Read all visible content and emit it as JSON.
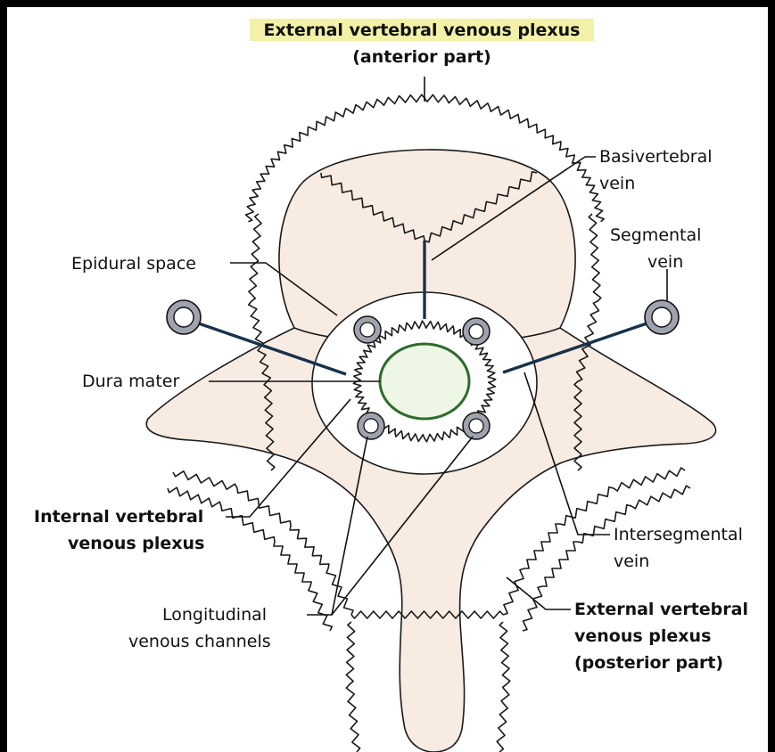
{
  "labels": {
    "ext_anterior_line1": "External vertebral venous plexus",
    "ext_anterior_line2": "(anterior part)",
    "basivertebral_1": "Basivertebral",
    "basivertebral_2": "vein",
    "segmental_1": "Segmental",
    "segmental_2": "vein",
    "epidural": "Epidural space",
    "dura": "Dura mater",
    "internal_1": "Internal vertebral",
    "internal_2": "venous plexus",
    "intersegmental_1": "Intersegmental",
    "intersegmental_2": "vein",
    "longitudinal_1": "Longitudinal",
    "longitudinal_2": "venous channels",
    "ext_posterior_1": "External vertebral",
    "ext_posterior_2": "venous plexus",
    "ext_posterior_3": "(posterior part)"
  },
  "colors": {
    "bone_fill": "#f8ebe2",
    "cord_fill": "#eef6e6",
    "cord_stroke": "#2e6b2e",
    "vein_ring": "#9fa3ad",
    "vein_dark": "#18324a",
    "title_highlight": "#f3f0a8"
  }
}
